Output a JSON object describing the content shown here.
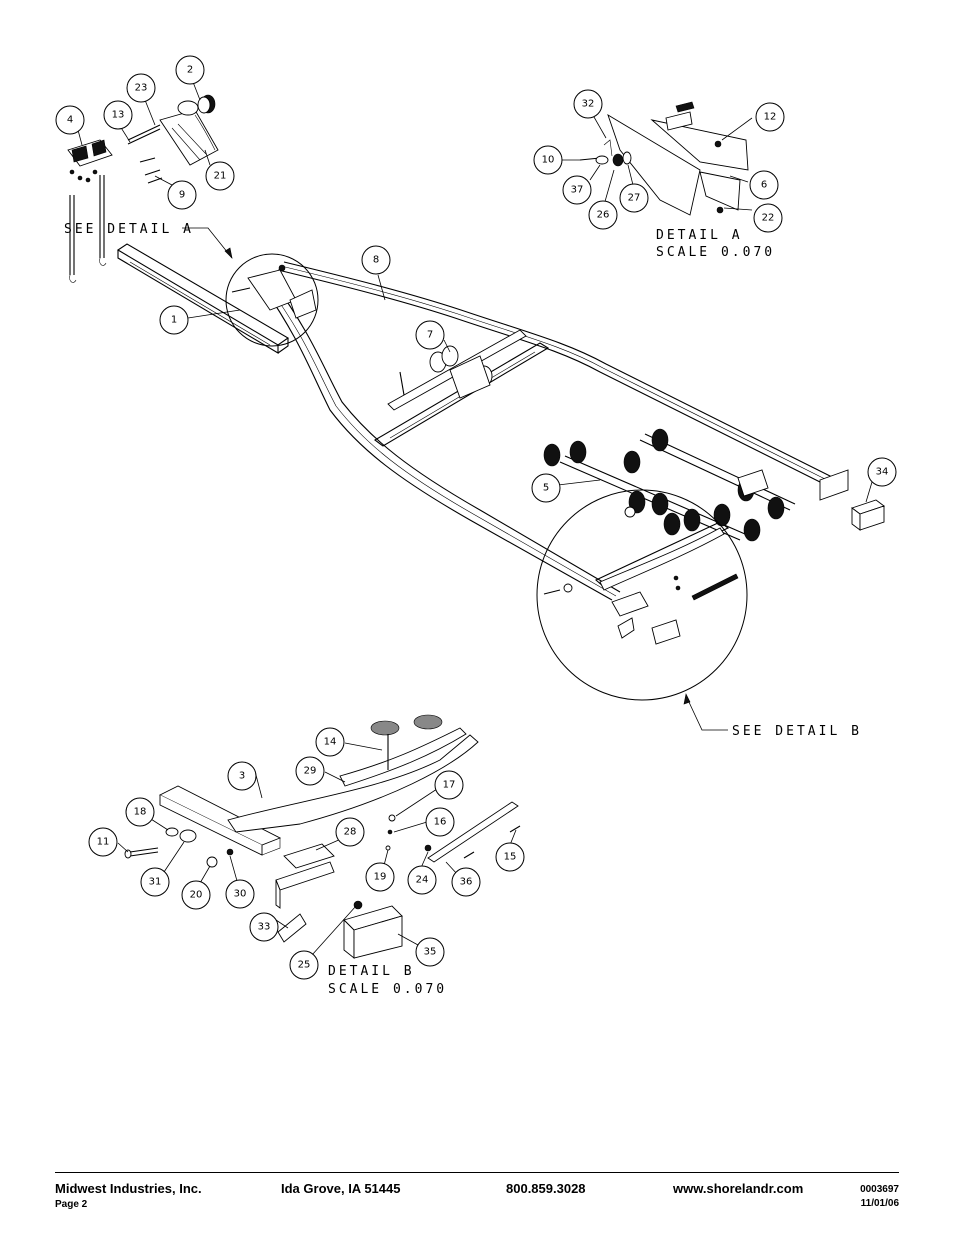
{
  "detail_a": {
    "see_label": "SEE DETAIL A",
    "title": "DETAIL A",
    "scale": "SCALE 0.070"
  },
  "detail_b": {
    "see_label": "SEE DETAIL B",
    "title": "DETAIL B",
    "scale": "SCALE 0.070"
  },
  "callouts": {
    "main": [
      "1",
      "2",
      "4",
      "5",
      "7",
      "8",
      "9",
      "13",
      "21",
      "23",
      "34"
    ],
    "detail_a": [
      "6",
      "10",
      "12",
      "22",
      "26",
      "27",
      "32",
      "37"
    ],
    "detail_b": [
      "3",
      "11",
      "14",
      "15",
      "16",
      "17",
      "18",
      "19",
      "20",
      "24",
      "25",
      "28",
      "29",
      "30",
      "31",
      "33",
      "35",
      "36"
    ]
  },
  "footer": {
    "company": "Midwest Industries, Inc.",
    "page": "Page 2",
    "city": "Ida Grove, IA  51445",
    "phone": "800.859.3028",
    "website": "www.shorelandr.com",
    "doc_number": "0003697",
    "date": "11/01/06"
  }
}
